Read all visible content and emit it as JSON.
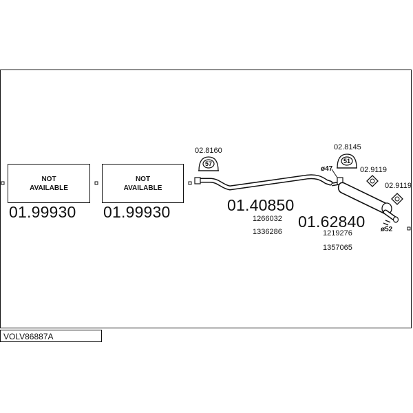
{
  "diagram": {
    "model_code": "VOLV86887A",
    "sections": [
      {
        "status_line1": "NOT",
        "status_line2": "AVAILABLE",
        "part_number": "01.99930"
      },
      {
        "status_line1": "NOT",
        "status_line2": "AVAILABLE",
        "part_number": "01.99930"
      }
    ],
    "middle_pipe": {
      "part_number": "01.40850",
      "oe_numbers": [
        "1266032",
        "1336286"
      ],
      "hanger": {
        "part_number": "02.8160",
        "size": "57"
      }
    },
    "rear_silencer": {
      "part_number": "01.62840",
      "oe_numbers": [
        "1219276",
        "1357065"
      ],
      "hanger": {
        "part_number": "02.8145",
        "size": "51"
      },
      "rubber_mounts": [
        "02.9119",
        "02.9119"
      ],
      "inlet_diameter": "ø47",
      "outlet_diameter": "ø52"
    }
  }
}
